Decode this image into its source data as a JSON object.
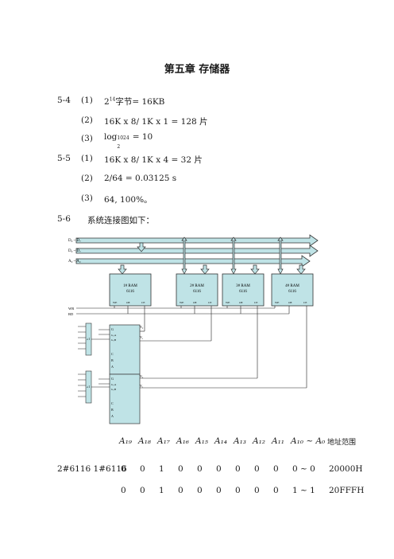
{
  "title": "第五章  存储器",
  "answers": [
    {
      "num": "5-4",
      "part": "(1)",
      "text_pre": "2",
      "text_sup": "14",
      "text_post": "字节= 16KB"
    },
    {
      "num": "",
      "part": "(2)",
      "text": "16K x 8/ 1K x 1 = 128 片"
    },
    {
      "num": "",
      "part": "(3)",
      "text_pre": "log",
      "text_sub": "2",
      "text_sup": "1024",
      "text_post": " = 10"
    },
    {
      "num": "5-5",
      "part": "(1)",
      "text": "16K x 8/ 1K x 4 = 32 片"
    },
    {
      "num": "",
      "part": "(2)",
      "text": "2/64 = 0.03125 s"
    },
    {
      "num": "",
      "part": "(3)",
      "text": "64,   100%。"
    },
    {
      "num": "5-6",
      "part": "",
      "text": "系统连接图如下："
    }
  ],
  "diagram": {
    "buses": [
      "D₀ ~ D₇",
      "D₀ ~ D₇",
      "A₀ ~ A₂"
    ],
    "chips": [
      {
        "label": "1# RAM",
        "model": "6116"
      },
      {
        "label": "2# RAM",
        "model": "6116"
      },
      {
        "label": "3# RAM",
        "model": "6116"
      },
      {
        "label": "4# RAM",
        "model": "6116"
      }
    ],
    "pin_labels": [
      "WE",
      "OE",
      "CE"
    ],
    "control_labels": [
      "WR",
      "RD"
    ],
    "gate_label": "≥1",
    "decoder_pins": [
      "G",
      "G₂A",
      "G₂B",
      "C",
      "B",
      "A"
    ],
    "outputs": [
      "Y₀",
      "Y₁"
    ]
  },
  "address_table": {
    "headers": [
      "A₁₉",
      "A₁₈",
      "A₁₇",
      "A₁₆",
      "A₁₅",
      "A₁₄",
      "A₁₃",
      "A₁₂",
      "A₁₁",
      "A₁₀ ~ A₀",
      "地址范围"
    ],
    "row_label": "2#6116   1#6116",
    "rows": [
      [
        "0",
        "0",
        "1",
        "0",
        "0",
        "0",
        "0",
        "0",
        "0",
        "0 ~ 0",
        "20000H"
      ],
      [
        "0",
        "0",
        "1",
        "0",
        "0",
        "0",
        "0",
        "0",
        "0",
        "1 ~ 1",
        "20FFFH"
      ]
    ]
  }
}
